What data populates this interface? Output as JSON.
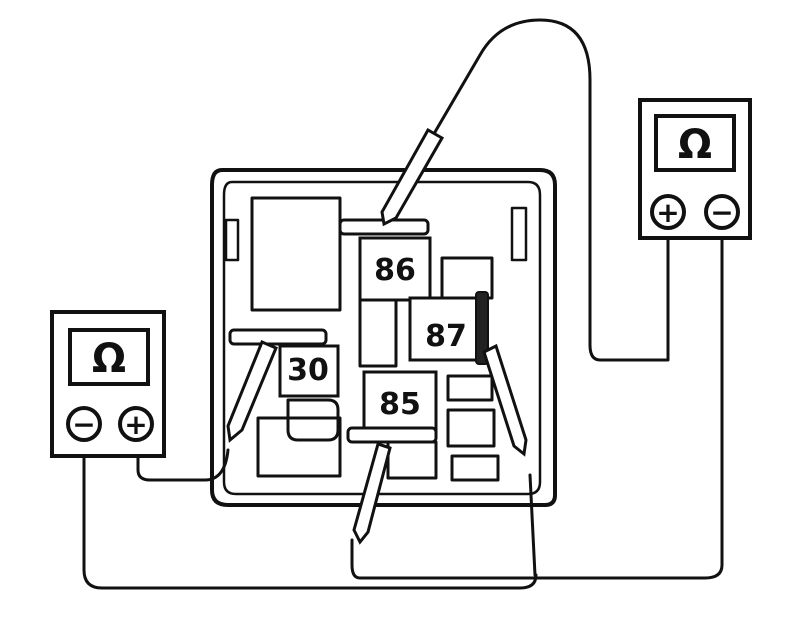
{
  "relay": {
    "terminals": [
      {
        "id": "t86",
        "label": "86"
      },
      {
        "id": "t87",
        "label": "87"
      },
      {
        "id": "t30",
        "label": "30"
      },
      {
        "id": "t85",
        "label": "85"
      }
    ]
  },
  "meters": {
    "left": {
      "display": "Ω",
      "jack_left": "−",
      "jack_right": "+"
    },
    "right": {
      "display": "Ω",
      "jack_left": "+",
      "jack_right": "−"
    }
  }
}
